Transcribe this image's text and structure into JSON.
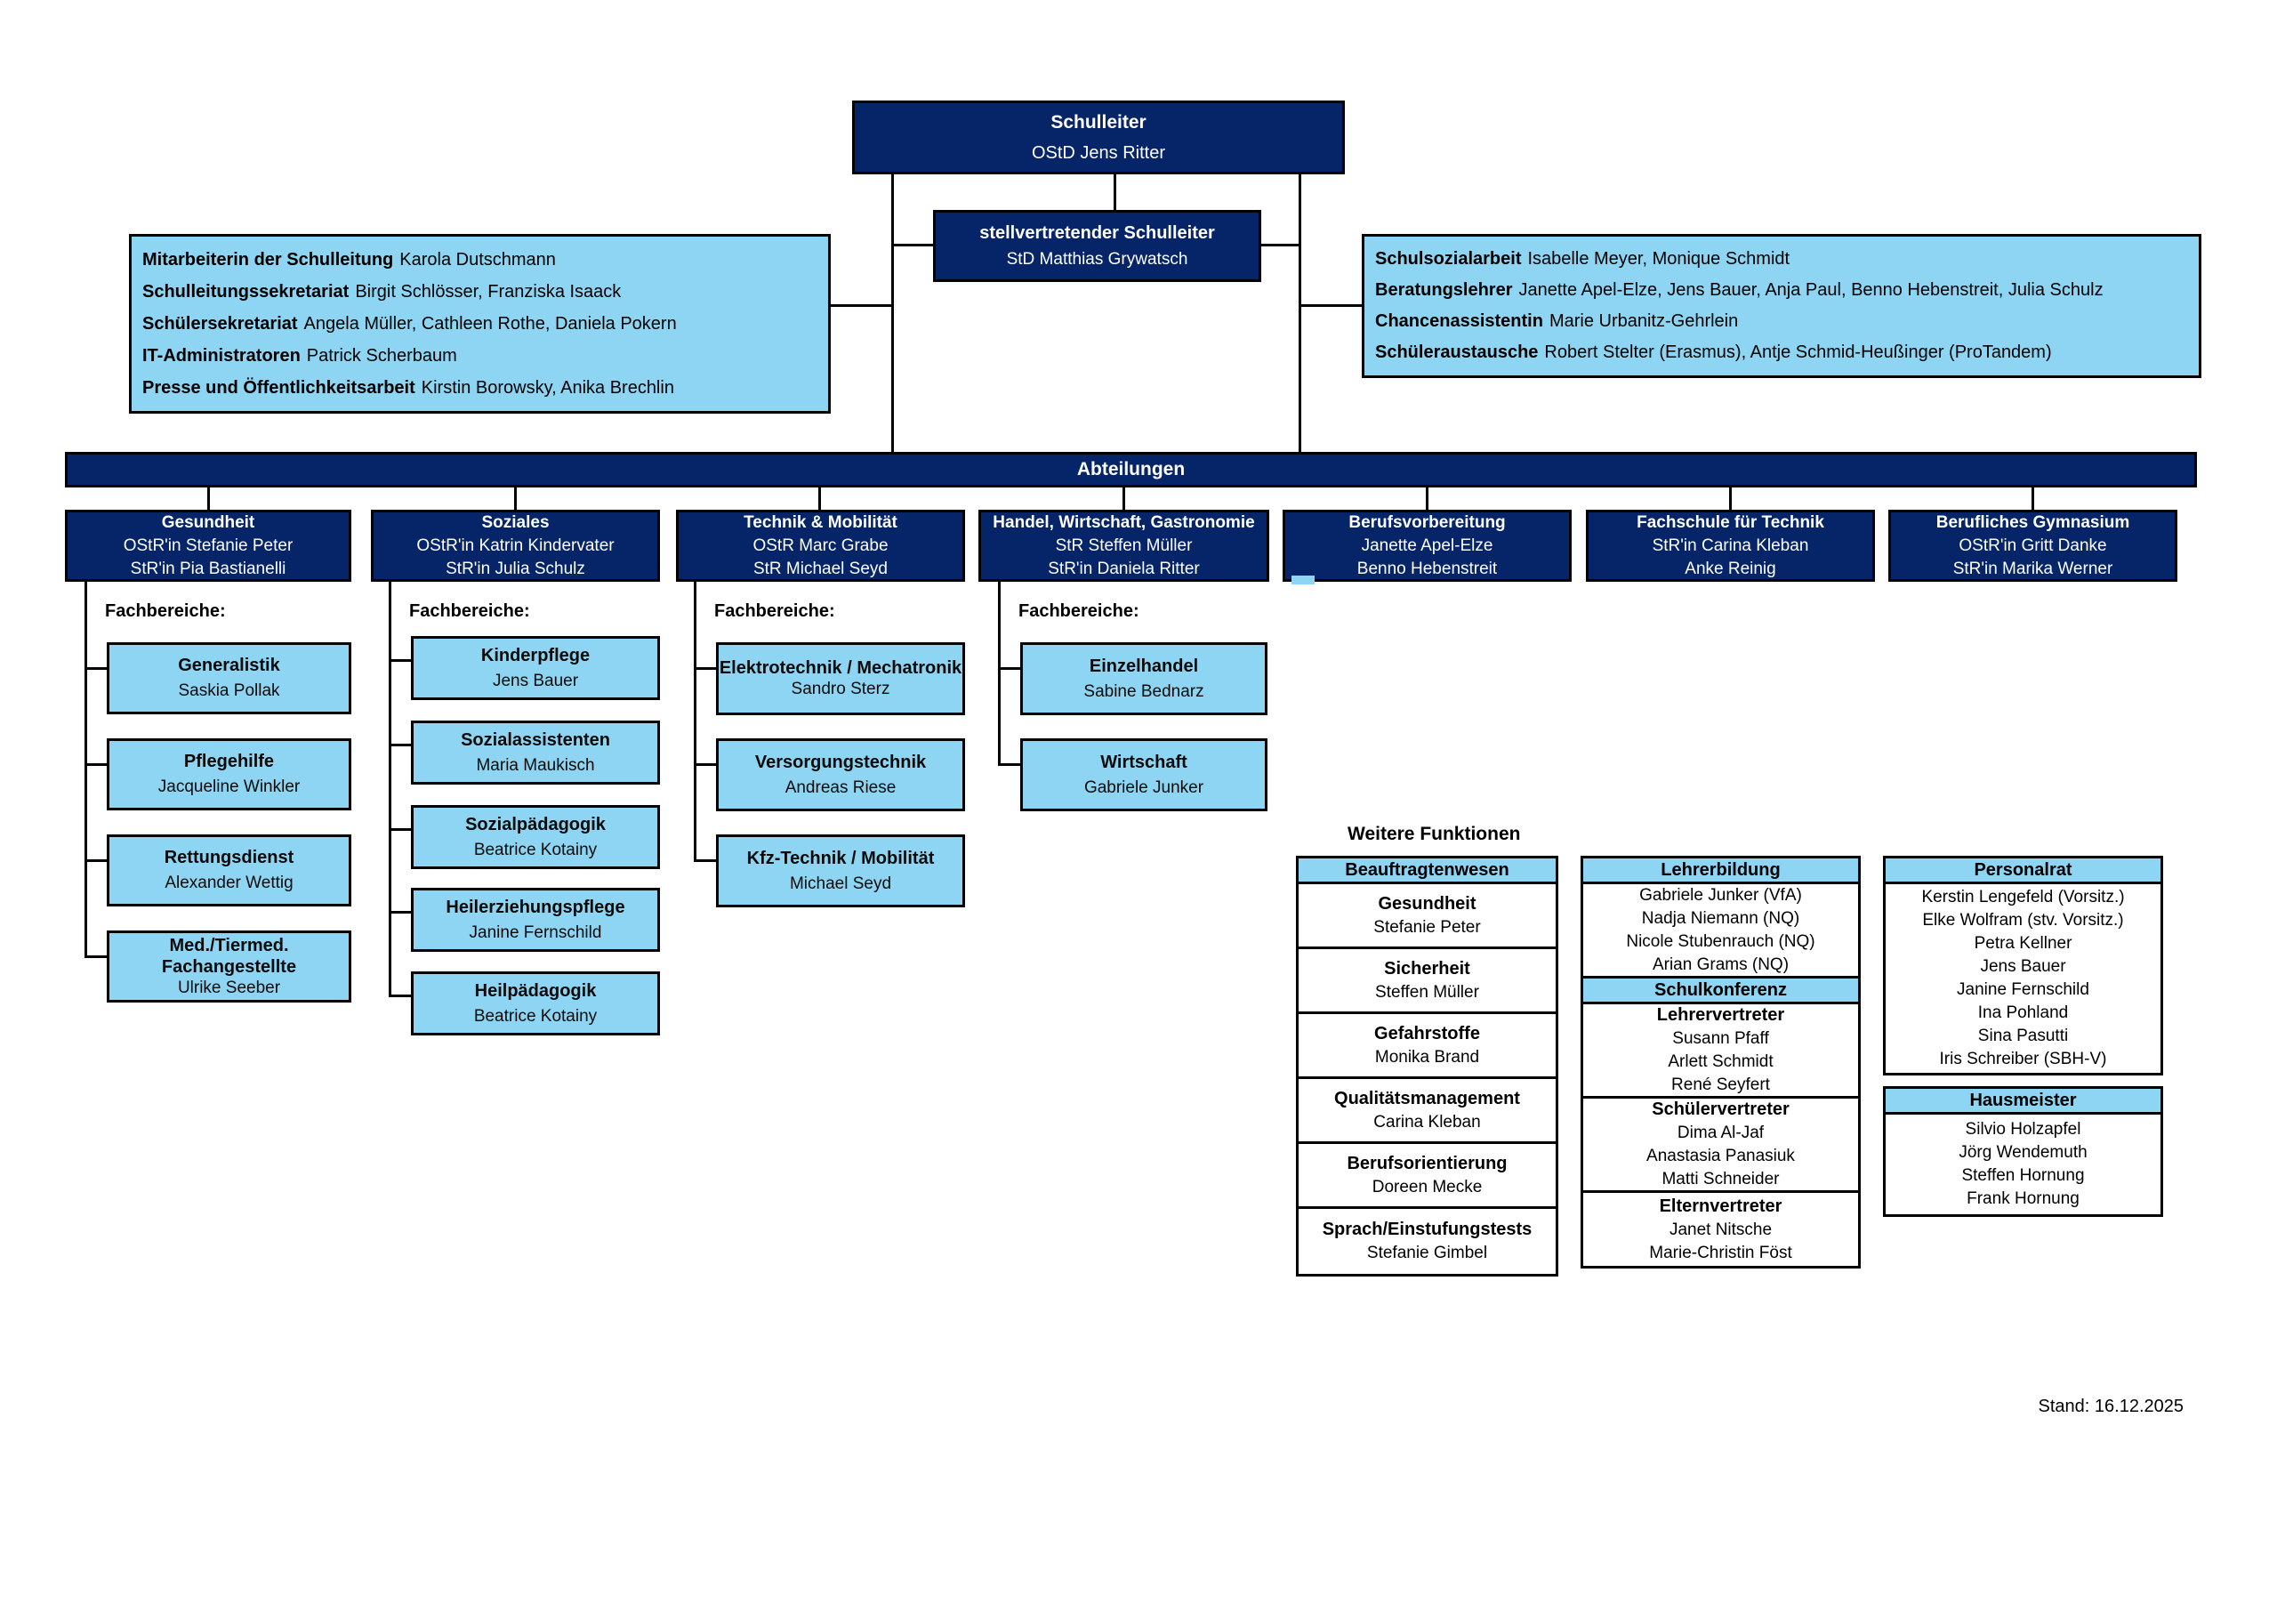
{
  "colors": {
    "navy": "#062569",
    "light_blue": "#8DD5F2",
    "line_black": "#000000"
  },
  "principal": {
    "title": "Schulleiter",
    "name": "OStD Jens Ritter"
  },
  "deputy": {
    "title": "stellvertretender Schulleiter",
    "name": "StD Matthias Grywatsch"
  },
  "admin_box": {
    "items": [
      {
        "label": "Mitarbeiterin der Schulleitung",
        "names": "Karola Dutschmann"
      },
      {
        "label": "Schulleitungssekretariat",
        "names": "Birgit Schlösser, Franziska Isaack"
      },
      {
        "label": "Schülersekretariat",
        "names": "Angela Müller, Cathleen Rothe, Daniela Pokern"
      },
      {
        "label": "IT-Administratoren",
        "names": "Patrick Scherbaum"
      },
      {
        "label": "Presse und Öffentlichkeitsarbeit",
        "names": "Kirstin Borowsky, Anika Brechlin"
      }
    ]
  },
  "support_box": {
    "items": [
      {
        "label": "Schulsozialarbeit",
        "names": "Isabelle Meyer, Monique Schmidt"
      },
      {
        "label": "Beratungslehrer",
        "names": "Janette Apel-Elze, Jens Bauer, Anja Paul, Benno Hebenstreit, Julia Schulz"
      },
      {
        "label": "Chancenassistentin",
        "names": "Marie Urbanitz-Gehrlein"
      },
      {
        "label": "Schüleraustausche",
        "names": "Robert Stelter (Erasmus), Antje Schmid-Heußinger (ProTandem)"
      }
    ]
  },
  "departments_bar": "Abteilungen",
  "departments": [
    {
      "title": "Gesundheit",
      "leads": [
        "OStR'in Stefanie Peter",
        "StR'in Pia Bastianelli"
      ],
      "fachbereiche_label": "Fachbereiche:",
      "fachbereiche": [
        {
          "title": "Generalistik",
          "name": "Saskia Pollak"
        },
        {
          "title": "Pflegehilfe",
          "name": "Jacqueline Winkler"
        },
        {
          "title": "Rettungsdienst",
          "name": "Alexander Wettig"
        },
        {
          "title": "Med./Tiermed. Fachangestellte",
          "name": "Ulrike Seeber"
        }
      ]
    },
    {
      "title": "Soziales",
      "leads": [
        "OStR'in Katrin Kindervater",
        "StR'in Julia Schulz"
      ],
      "fachbereiche_label": "Fachbereiche:",
      "fachbereiche": [
        {
          "title": "Kinderpflege",
          "name": "Jens Bauer"
        },
        {
          "title": "Sozialassistenten",
          "name": "Maria Maukisch"
        },
        {
          "title": "Sozialpädagogik",
          "name": "Beatrice Kotainy"
        },
        {
          "title": "Heilerziehungspflege",
          "name": "Janine Fernschild"
        },
        {
          "title": "Heilpädagogik",
          "name": "Beatrice Kotainy"
        }
      ]
    },
    {
      "title": "Technik & Mobilität",
      "leads": [
        "OStR Marc Grabe",
        "StR Michael Seyd"
      ],
      "fachbereiche_label": "Fachbereiche:",
      "fachbereiche": [
        {
          "title": "Elektrotechnik / Mechatronik",
          "name": "Sandro Sterz"
        },
        {
          "title": "Versorgungstechnik",
          "name": "Andreas Riese"
        },
        {
          "title": "Kfz-Technik / Mobilität",
          "name": "Michael Seyd"
        }
      ]
    },
    {
      "title": "Handel, Wirtschaft, Gastronomie",
      "leads": [
        "StR Steffen Müller",
        "StR'in Daniela Ritter"
      ],
      "fachbereiche_label": "Fachbereiche:",
      "fachbereiche": [
        {
          "title": "Einzelhandel",
          "name": "Sabine Bednarz"
        },
        {
          "title": "Wirtschaft",
          "name": "Gabriele Junker"
        }
      ]
    },
    {
      "title": "Berufsvorbereitung",
      "leads": [
        "Janette Apel-Elze",
        "Benno Hebenstreit"
      ],
      "fachbereiche": []
    },
    {
      "title": "Fachschule für Technik",
      "leads": [
        "StR'in Carina Kleban",
        "Anke Reinig"
      ],
      "fachbereiche": []
    },
    {
      "title": "Berufliches Gymnasium",
      "leads": [
        "OStR'in Gritt Danke",
        "StR'in Marika Werner"
      ],
      "fachbereiche": []
    }
  ],
  "more_functions": {
    "label": "Weitere Funktionen",
    "beauftragtenwesen": {
      "header": "Beauftragtenwesen",
      "rows": [
        {
          "title": "Gesundheit",
          "name": "Stefanie Peter"
        },
        {
          "title": "Sicherheit",
          "name": "Steffen Müller"
        },
        {
          "title": "Gefahrstoffe",
          "name": "Monika Brand"
        },
        {
          "title": "Qualitätsmanagement",
          "name": "Carina Kleban"
        },
        {
          "title": "Berufsorientierung",
          "name": "Doreen Mecke"
        },
        {
          "title": "Sprach/Einstufungstests",
          "name": "Stefanie Gimbel"
        }
      ]
    },
    "lehrerbildung": {
      "header": "Lehrerbildung",
      "names": [
        "Gabriele Junker (VfA)",
        "Nadja Niemann (NQ)",
        "Nicole Stubenrauch (NQ)",
        "Arian Grams (NQ)"
      ]
    },
    "schulkonferenz": {
      "header": "Schulkonferenz",
      "groups": [
        {
          "title": "Lehrervertreter",
          "names": [
            "Susann Pfaff",
            "Arlett Schmidt",
            "René Seyfert"
          ]
        },
        {
          "title": "Schülervertreter",
          "names": [
            "Dima Al-Jaf",
            "Anastasia Panasiuk",
            "Matti Schneider"
          ]
        },
        {
          "title": "Elternvertreter",
          "names": [
            "Janet Nitsche",
            "Marie-Christin Föst"
          ]
        }
      ]
    },
    "personalrat": {
      "header": "Personalrat",
      "names": [
        "Kerstin Lengefeld (Vorsitz.)",
        "Elke Wolfram (stv. Vorsitz.)",
        "Petra Kellner",
        "Jens Bauer",
        "Janine Fernschild",
        "Ina Pohland",
        "Sina Pasutti",
        "Iris Schreiber (SBH-V)"
      ]
    },
    "hausmeister": {
      "header": "Hausmeister",
      "names": [
        "Silvio Holzapfel",
        "Jörg Wendemuth",
        "Steffen Hornung",
        "Frank Hornung"
      ]
    }
  },
  "footer": {
    "stand": "Stand: 16.12.2025"
  }
}
